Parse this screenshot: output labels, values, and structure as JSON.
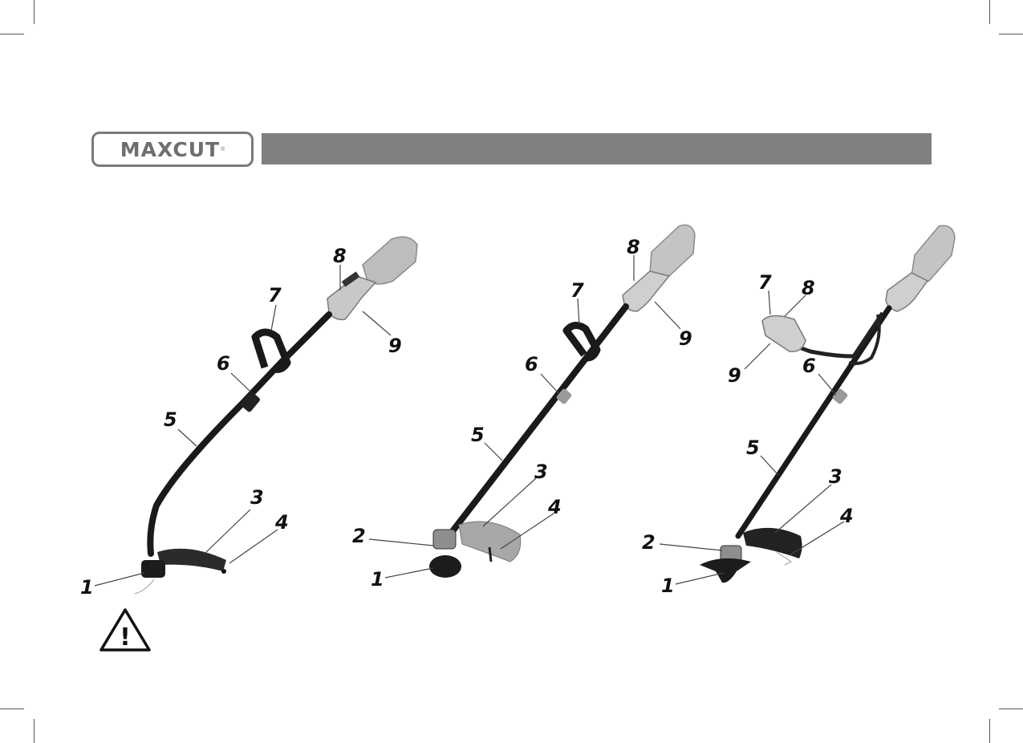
{
  "brand": {
    "name": "MAXCUT",
    "registered_mark": "®"
  },
  "header_bar": {
    "color": "#808080"
  },
  "figures": [
    {
      "product": "curved-shaft-trimmer",
      "callouts": [
        "1",
        "3",
        "4",
        "5",
        "6",
        "7",
        "8",
        "9"
      ]
    },
    {
      "product": "straight-shaft-trimmer",
      "callouts": [
        "1",
        "2",
        "3",
        "4",
        "5",
        "6",
        "7",
        "8",
        "9"
      ]
    },
    {
      "product": "brush-cutter",
      "callouts": [
        "1",
        "2",
        "3",
        "4",
        "5",
        "6",
        "7",
        "8",
        "9"
      ]
    }
  ],
  "warning": {
    "icon": "warning-triangle-icon",
    "symbol": "!"
  }
}
